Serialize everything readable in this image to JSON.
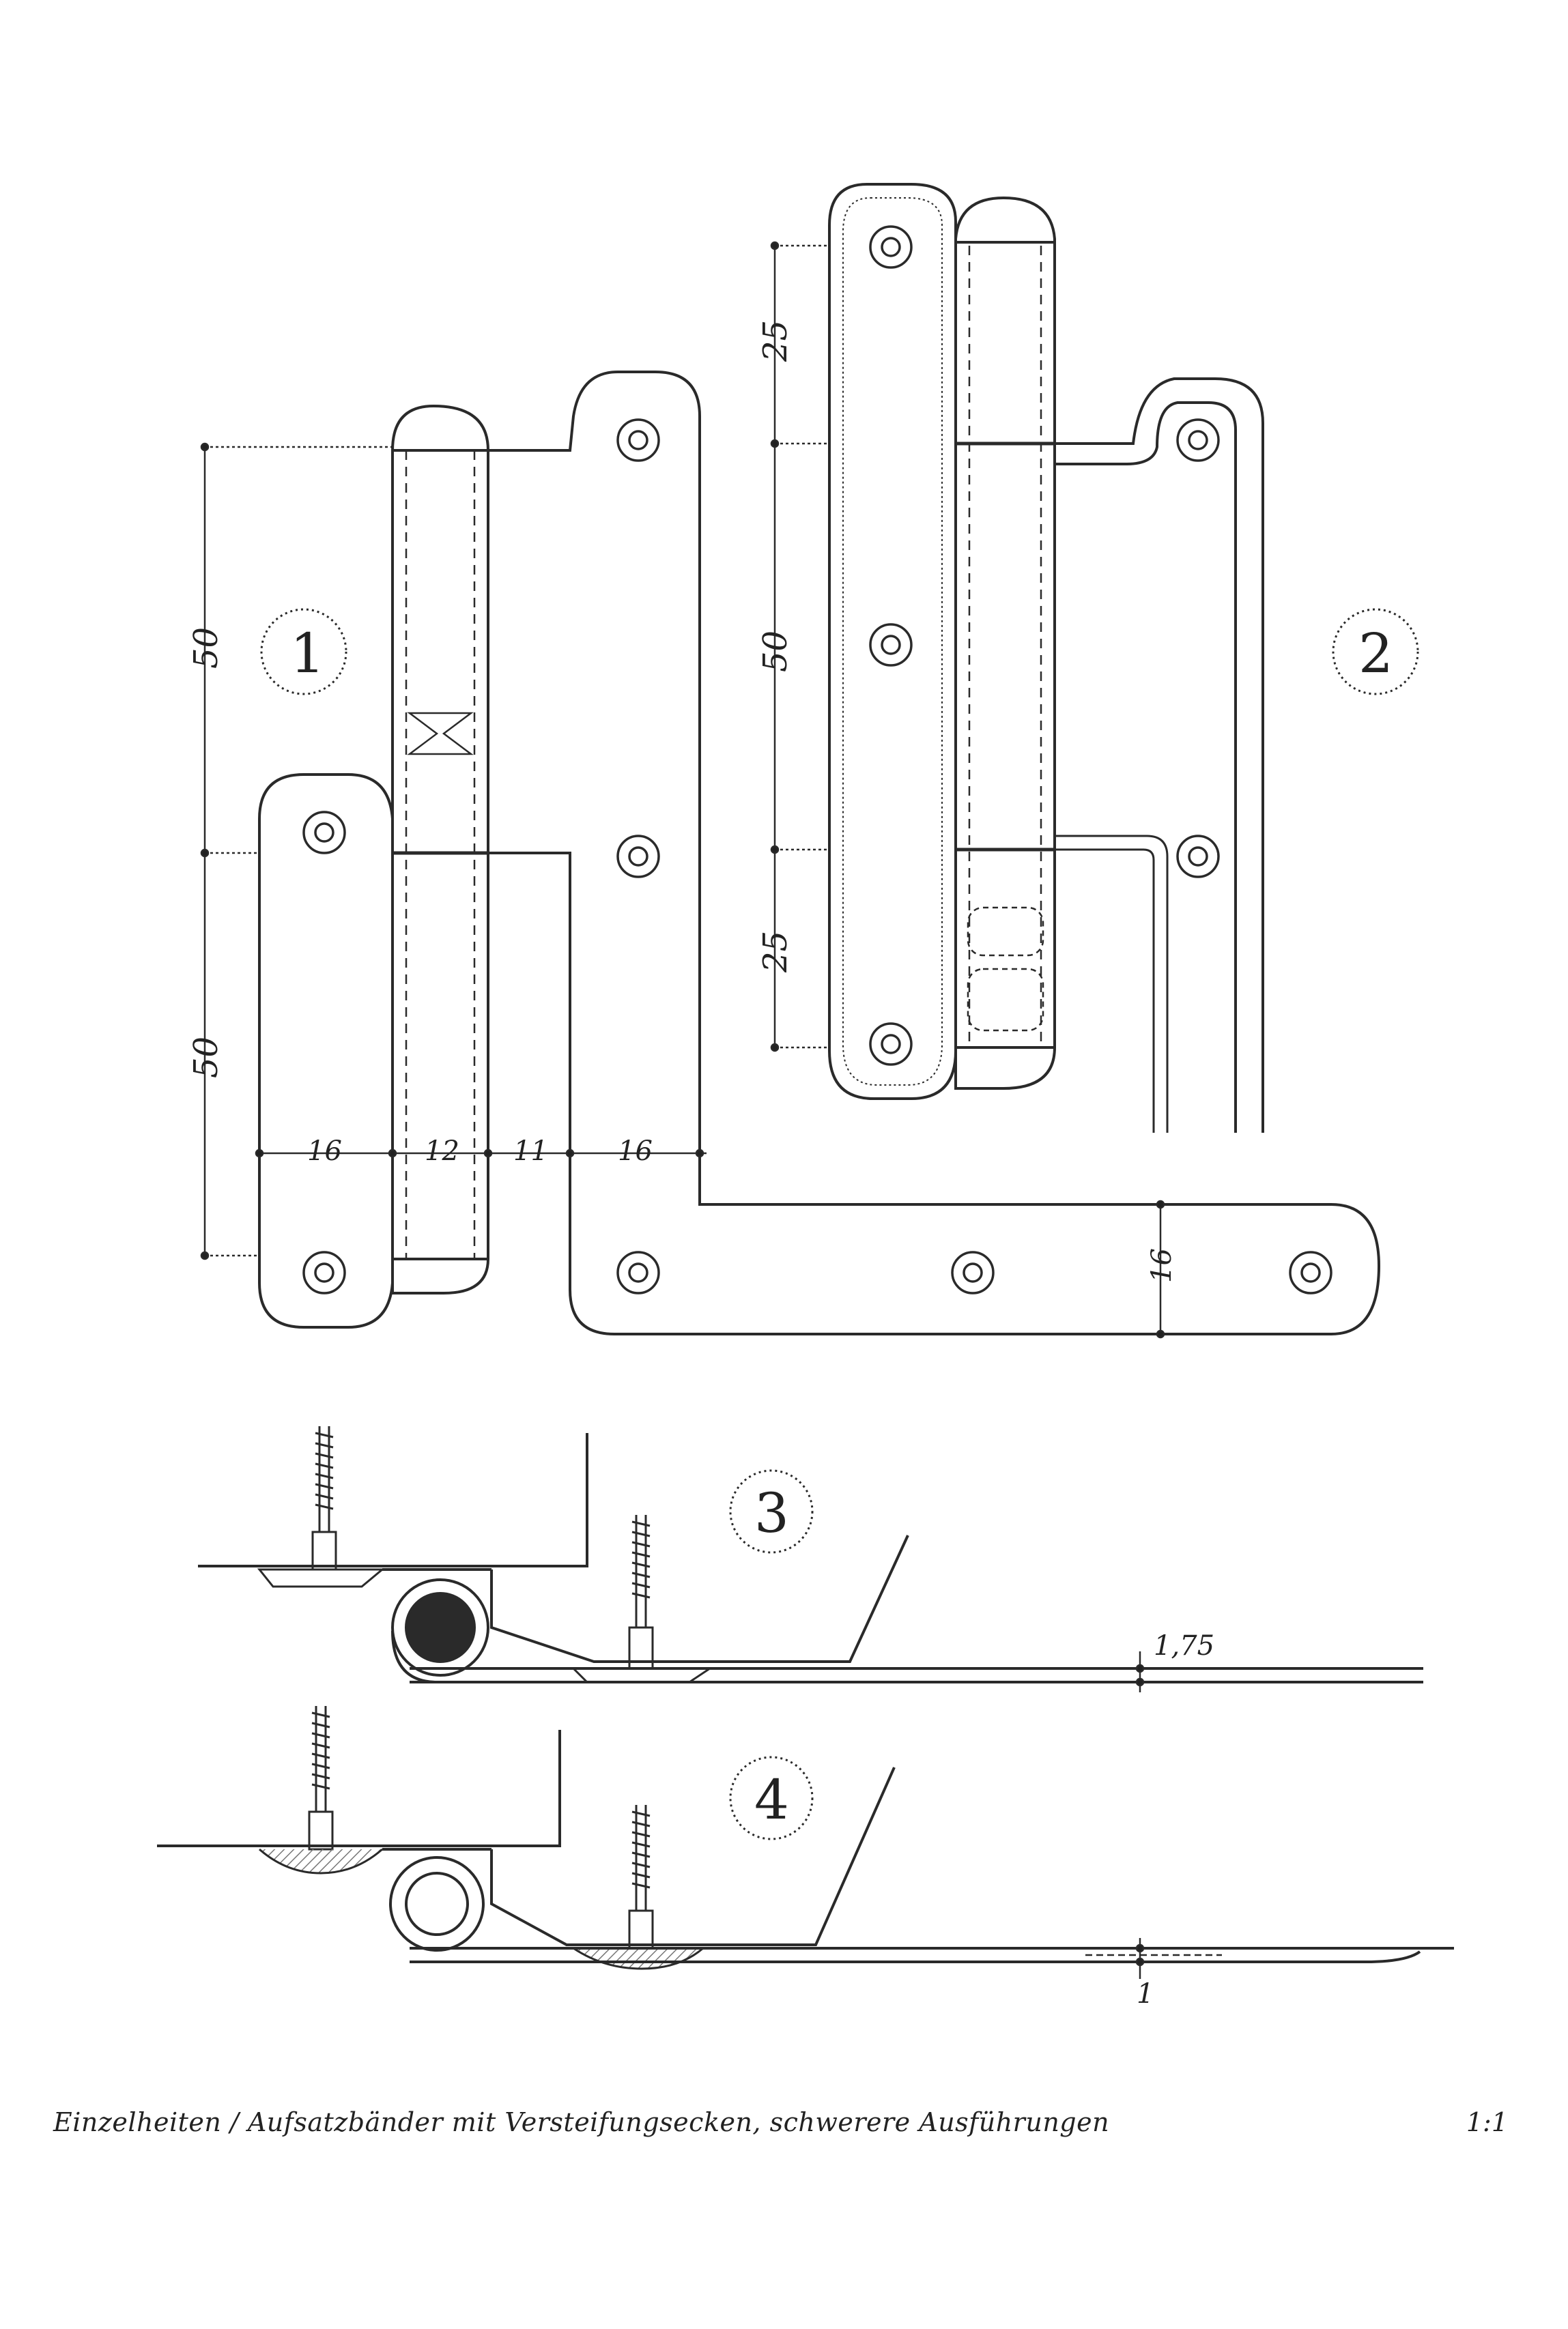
{
  "figures": {
    "fig1": {
      "number": "1"
    },
    "fig2": {
      "number": "2"
    },
    "fig3": {
      "number": "3"
    },
    "fig4": {
      "number": "4"
    }
  },
  "dimensions": {
    "fig1_height_upper": "50",
    "fig1_height_lower": "50",
    "fig1_width_leaf": "16",
    "fig1_width_knuckle": "12",
    "fig1_width_gap": "11",
    "fig1_width_leaf2": "16",
    "fig1_arm_width": "16",
    "fig2_top": "25",
    "fig2_middle": "50",
    "fig2_bottom": "25",
    "fig3_thickness": "1,75",
    "fig4_thickness": "1"
  },
  "caption": "Einzelheiten / Aufsatzbänder mit Versteifungsecken, schwerere Ausführungen",
  "scale": "1:1",
  "colors": {
    "ink": "#2a2a2a",
    "paper": "#ffffff"
  }
}
